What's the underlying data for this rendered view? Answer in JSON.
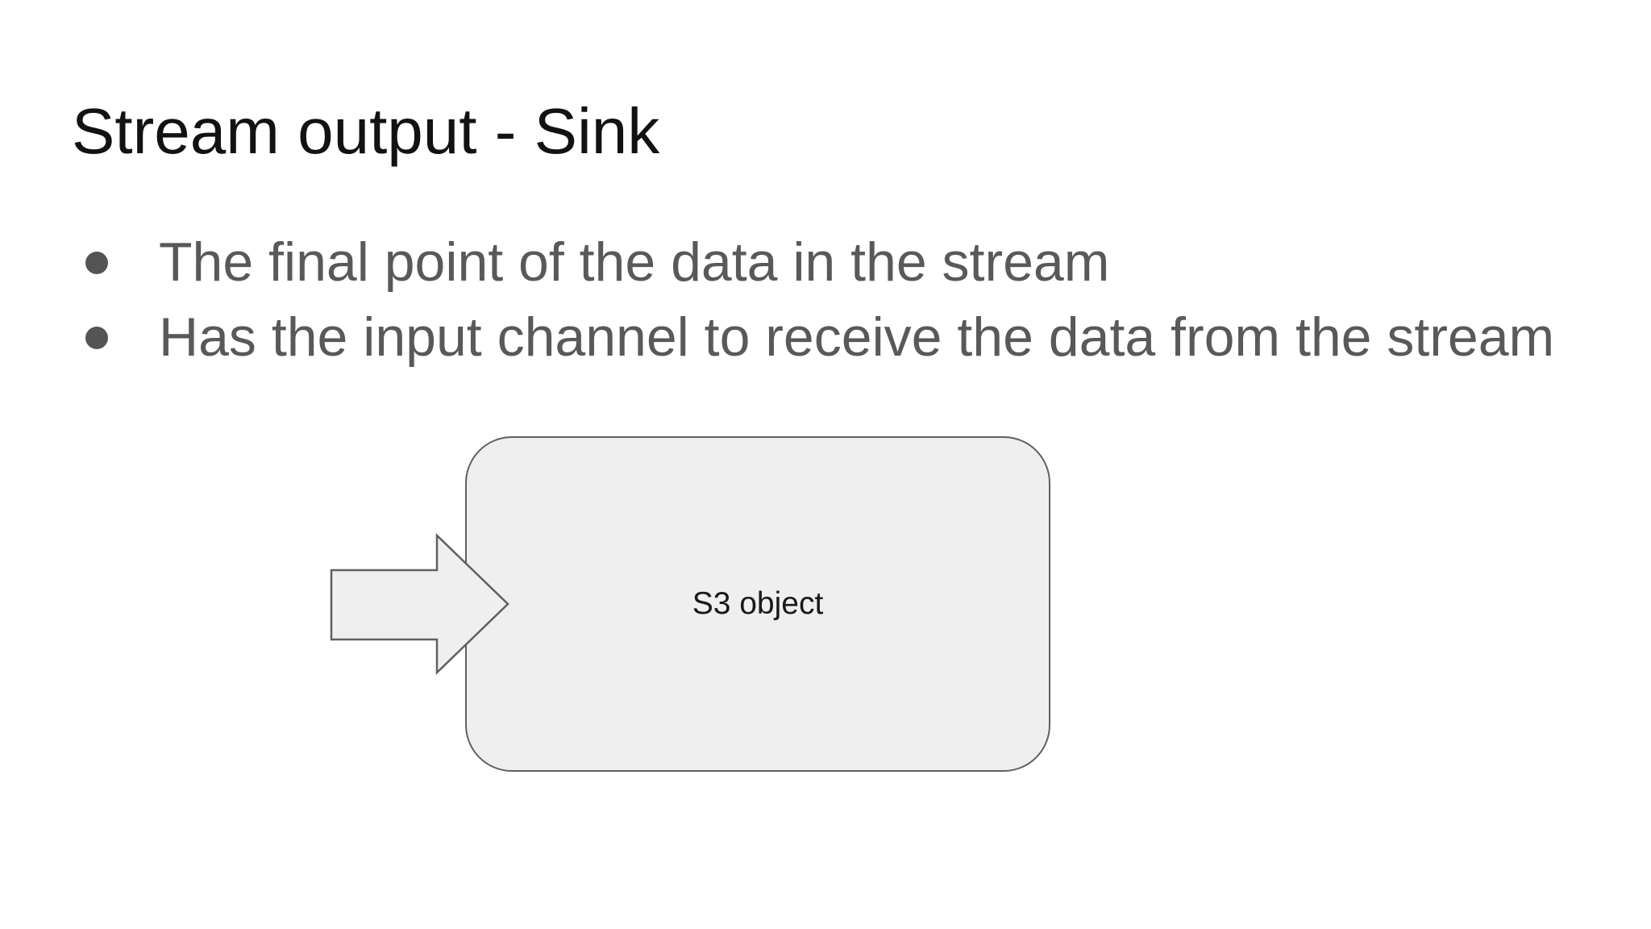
{
  "slide": {
    "title": "Stream output - Sink",
    "bullets": [
      {
        "label": "The final point of the data in the stream"
      },
      {
        "label": "Has the input channel to receive the data from the stream"
      }
    ],
    "diagram": {
      "sink_label": "S3 object",
      "arrow_icon": "block-arrow-right-icon"
    },
    "colors": {
      "background": "#ffffff",
      "title_text": "#121212",
      "bullet_text": "#595959",
      "bullet_dot": "#545454",
      "shape_fill": "#efefef",
      "shape_border": "#606060",
      "sink_label_text": "#1a1a1a"
    }
  }
}
